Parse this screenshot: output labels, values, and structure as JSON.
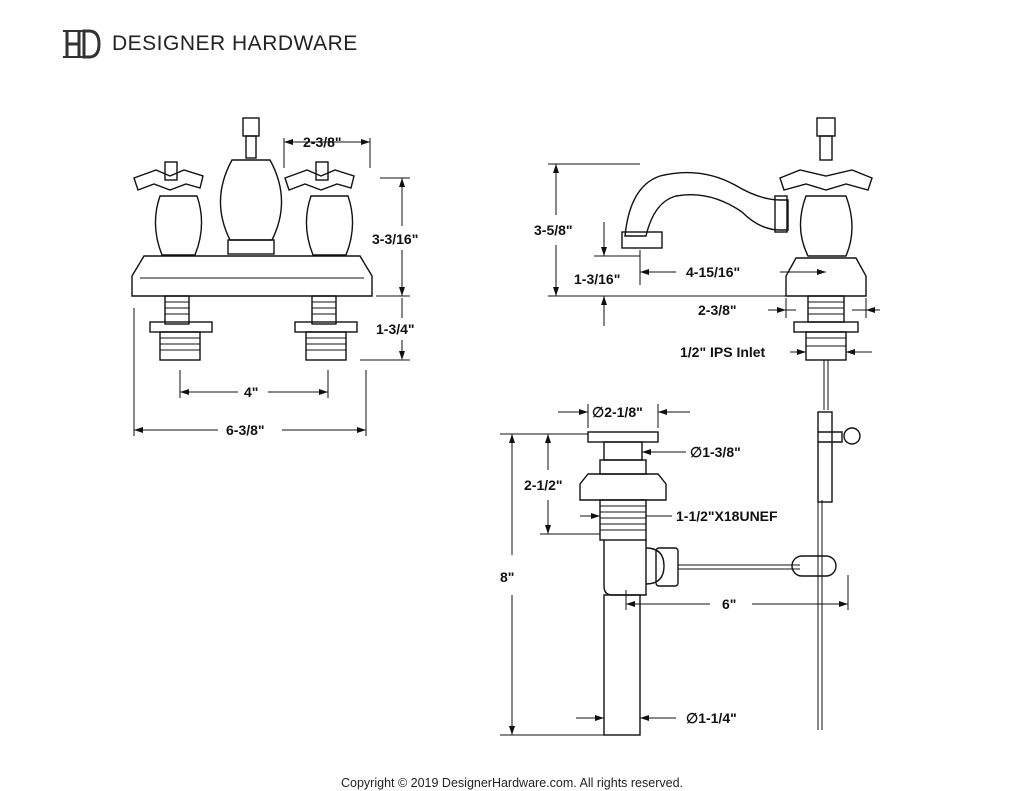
{
  "brand": {
    "logo_icon": "dh-monogram-logo",
    "name": "DESIGNER HARDWARE"
  },
  "dimensions": {
    "spout_spacing": "2-3/8\"",
    "front_height": "3-3/16\"",
    "shank_length": "1-3/4\"",
    "center_spread": "4\"",
    "overall_width": "6-3/8\"",
    "spout_height": "3-5/8\"",
    "spout_clearance": "1-3/16\"",
    "spout_reach": "4-15/16\"",
    "base_diameter": "2-3/8\"",
    "inlet": "1/2\" IPS Inlet",
    "flange_diameter": "∅2-1/8\"",
    "stopper_diameter": "∅1-3/8\"",
    "drain_body_height": "2-1/2\"",
    "drain_thread": "1-1/2\"X18UNEF",
    "drain_total_height": "8\"",
    "lift_rod_length": "6\"",
    "tailpiece_diameter": "∅1-1/4\""
  },
  "footer": {
    "copyright": "Copyright © 2019 DesignerHardware.com. All rights reserved."
  }
}
